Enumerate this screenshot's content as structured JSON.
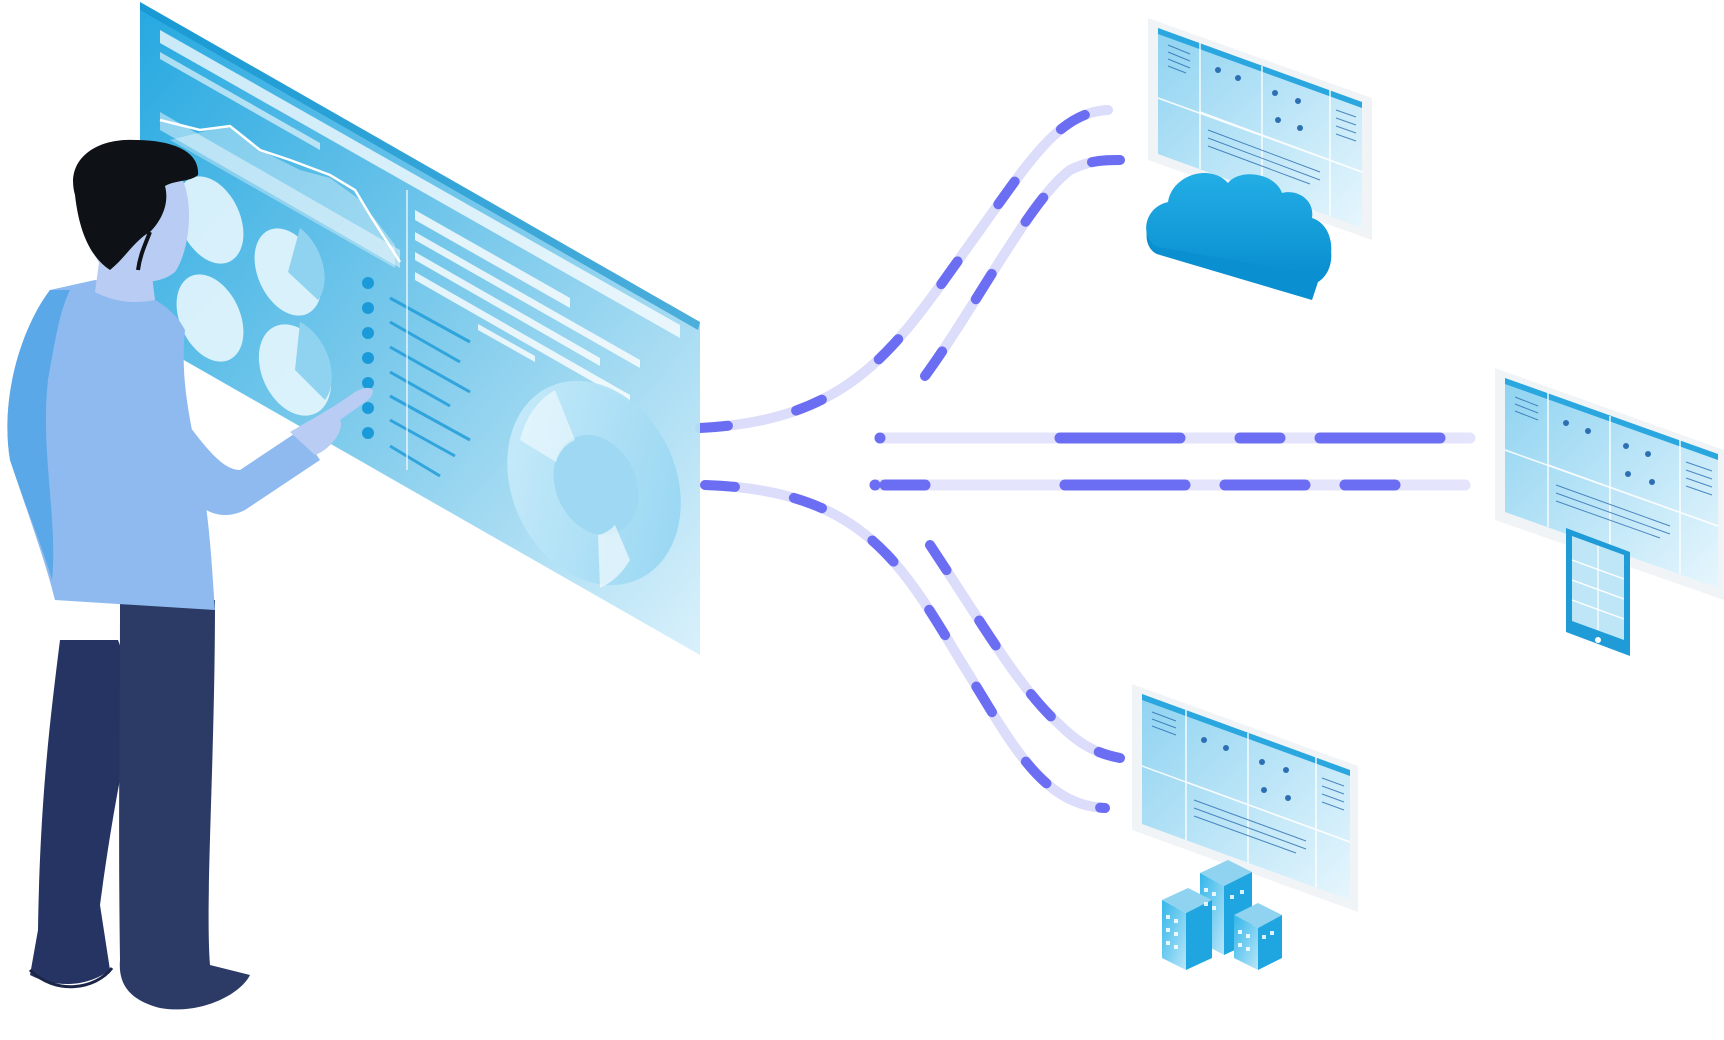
{
  "illustration": {
    "subject": "isometric-data-distribution",
    "targets": [
      "cloud-endpoint",
      "device-endpoint",
      "office-endpoint"
    ],
    "colors": {
      "panel_light": "#bfe6f7",
      "panel_dark": "#1fa6e0",
      "screen_blue": "#9fd8f2",
      "connector": "#6b6ef2",
      "connector_faded": "#d7d8fb",
      "cloud": "#0aa2e0",
      "shirt": "#8fbaf0",
      "shirt_shade": "#57a6e6",
      "pants": "#2c3a66",
      "hair": "#0e1116",
      "skin": "#b9cdf4"
    },
    "icons": [
      "person-icon",
      "dashboard-icon",
      "cloud-icon",
      "monitor-icon",
      "tablet-icon",
      "buildings-icon"
    ]
  }
}
